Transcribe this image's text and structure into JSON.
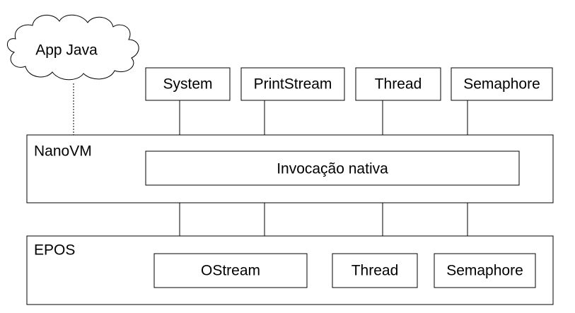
{
  "app": {
    "label": "App Java"
  },
  "java_classes": [
    {
      "label": "System"
    },
    {
      "label": "PrintStream"
    },
    {
      "label": "Thread"
    },
    {
      "label": "Semaphore"
    }
  ],
  "nanovm": {
    "label": "NanoVM",
    "native_invocation": "Invocação nativa"
  },
  "epos": {
    "label": "EPOS",
    "components": [
      {
        "label": "OStream"
      },
      {
        "label": "Thread"
      },
      {
        "label": "Semaphore"
      }
    ]
  }
}
